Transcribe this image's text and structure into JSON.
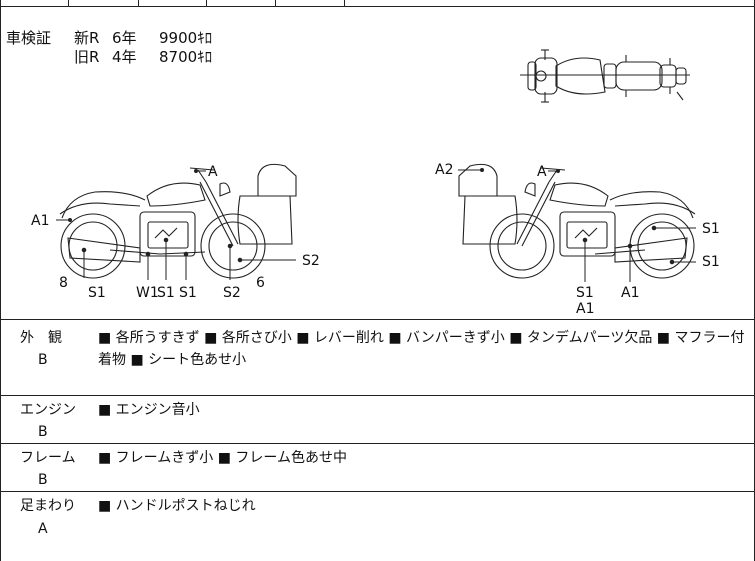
{
  "inspection": {
    "label": "車検証",
    "rows": [
      {
        "type": "新R",
        "years": "6年",
        "distance": "9900ｷﾛ"
      },
      {
        "type": "旧R",
        "years": "4年",
        "distance": "8700ｷﾛ"
      }
    ]
  },
  "left_bike_labels": {
    "a": "A",
    "a1": "A1",
    "n8": "8",
    "s1": "S1",
    "w1": "W1",
    "s1b": "S1",
    "s1c": "S1",
    "s2": "S2",
    "n6": "6",
    "s2r": "S2"
  },
  "right_bike_labels": {
    "a2": "A2",
    "a": "A",
    "s1r1": "S1",
    "s1r2": "S1",
    "s1b": "S1",
    "a1b": "A1",
    "a1c": "A1"
  },
  "sections": [
    {
      "name": "外　観",
      "grade": "B",
      "notes_line1": "■ 各所うすきず ■ 各所さび小 ■ レバー削れ ■ バンパーきず小 ■ タンデムパーツ欠品 ■ マフラー付",
      "notes_line2": "着物 ■ シート色あせ小"
    },
    {
      "name": "エンジン",
      "grade": "B",
      "notes_line1": "■ エンジン音小"
    },
    {
      "name": "フレーム",
      "grade": "B",
      "notes_line1": "■ フレームきず小 ■ フレーム色あせ中"
    },
    {
      "name": "足まわり",
      "grade": "A",
      "notes_line1": "■ ハンドルポストねじれ"
    }
  ]
}
